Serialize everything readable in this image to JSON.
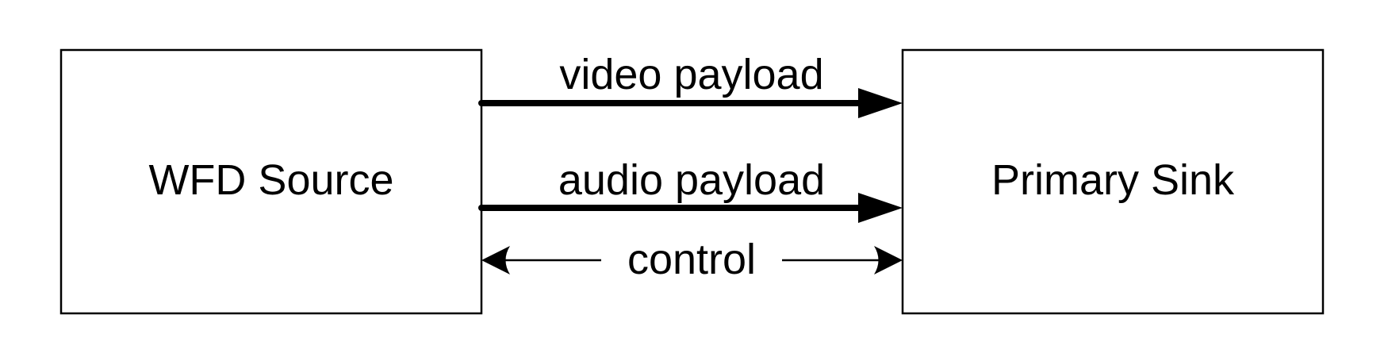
{
  "diagram": {
    "source": {
      "label": "WFD Source"
    },
    "sink": {
      "label": "Primary Sink"
    },
    "links": {
      "video": {
        "label": "video payload",
        "direction": "source-to-sink",
        "weight": "thick"
      },
      "audio": {
        "label": "audio payload",
        "direction": "source-to-sink",
        "weight": "thick"
      },
      "control": {
        "label": "control",
        "direction": "bidirectional",
        "weight": "thin"
      }
    },
    "colors": {
      "line": "#000000",
      "background": "#ffffff"
    }
  }
}
